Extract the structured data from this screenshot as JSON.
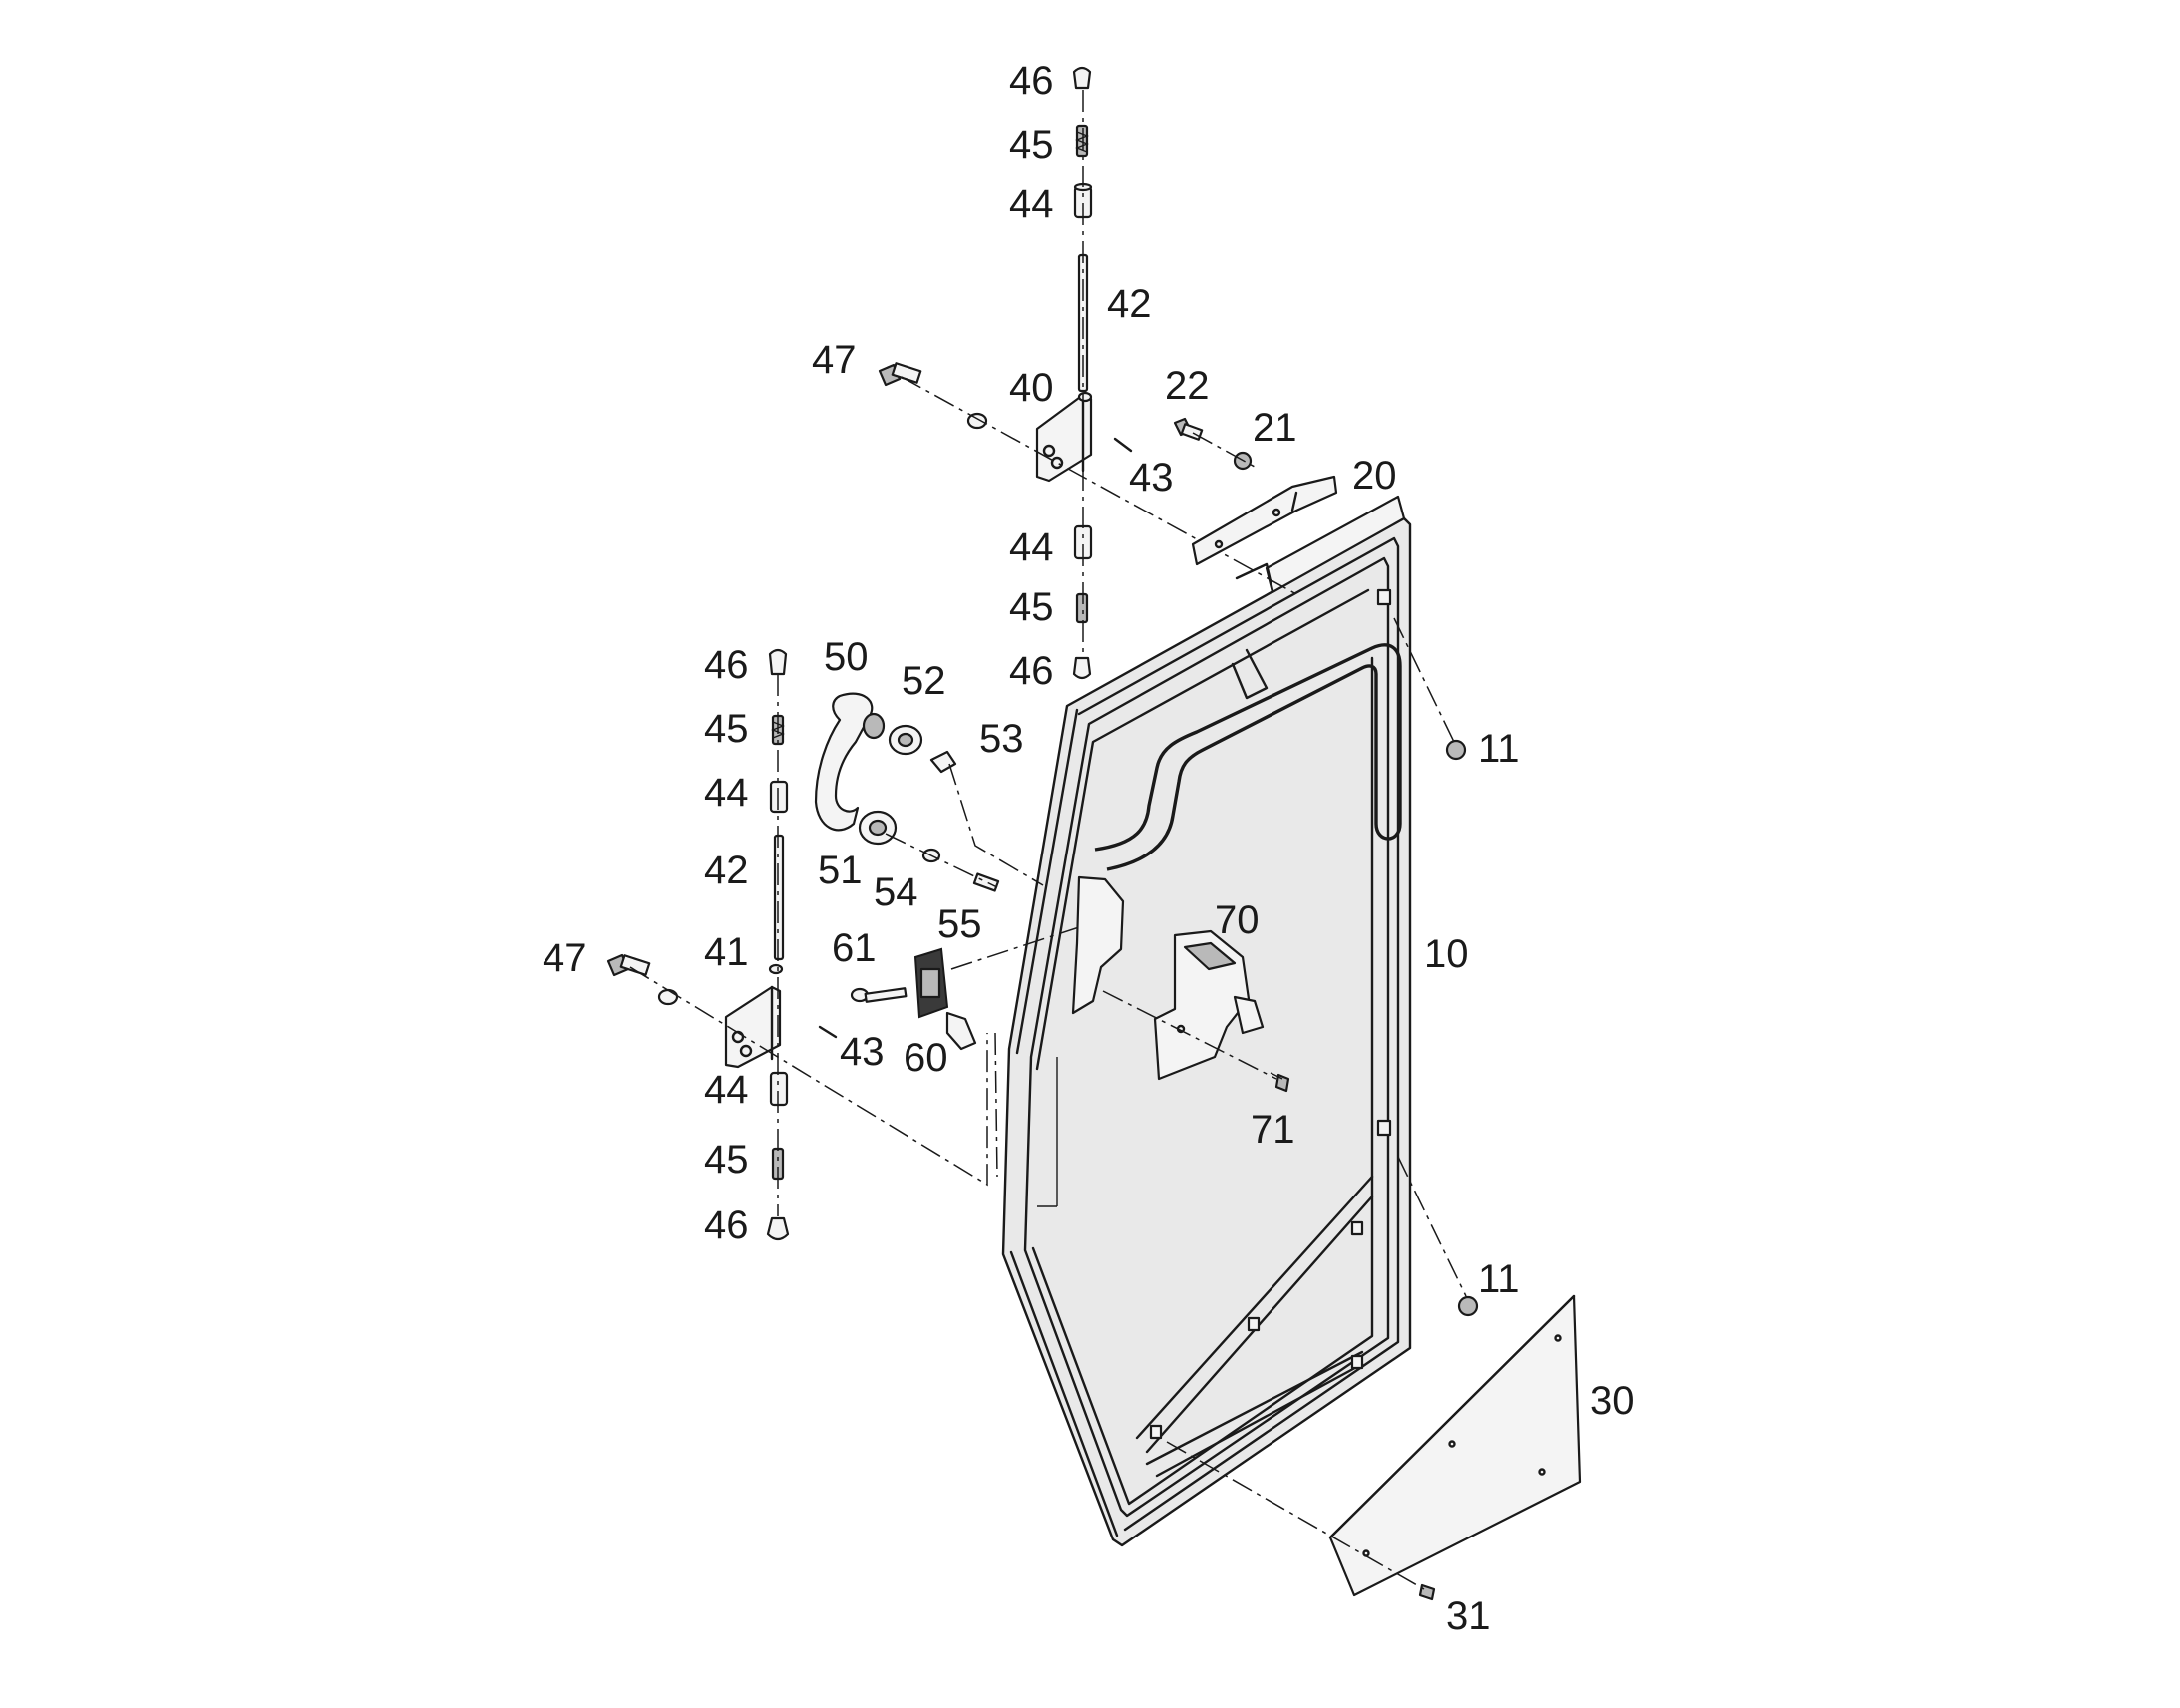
{
  "callouts": {
    "c46_top": "46",
    "c45_top": "45",
    "c44_top": "44",
    "c42_top": "42",
    "c47_top": "47",
    "c40": "40",
    "c22": "22",
    "c21": "21",
    "c20": "20",
    "c43_top": "43",
    "c44_mid": "44",
    "c45_mid": "45",
    "c46_mid": "46",
    "c11_top": "11",
    "c46_left_top": "46",
    "c45_left_top": "45",
    "c44_left_top": "44",
    "c42_left": "42",
    "c41": "41",
    "c47_left": "47",
    "c50": "50",
    "c52": "52",
    "c53": "53",
    "c51": "51",
    "c54": "54",
    "c55": "55",
    "c61": "61",
    "c60": "60",
    "c43_left": "43",
    "c44_left_bot": "44",
    "c45_left_bot": "45",
    "c46_left_bot": "46",
    "c70": "70",
    "c71": "71",
    "c10": "10",
    "c11_bot": "11",
    "c30": "30",
    "c31": "31"
  }
}
